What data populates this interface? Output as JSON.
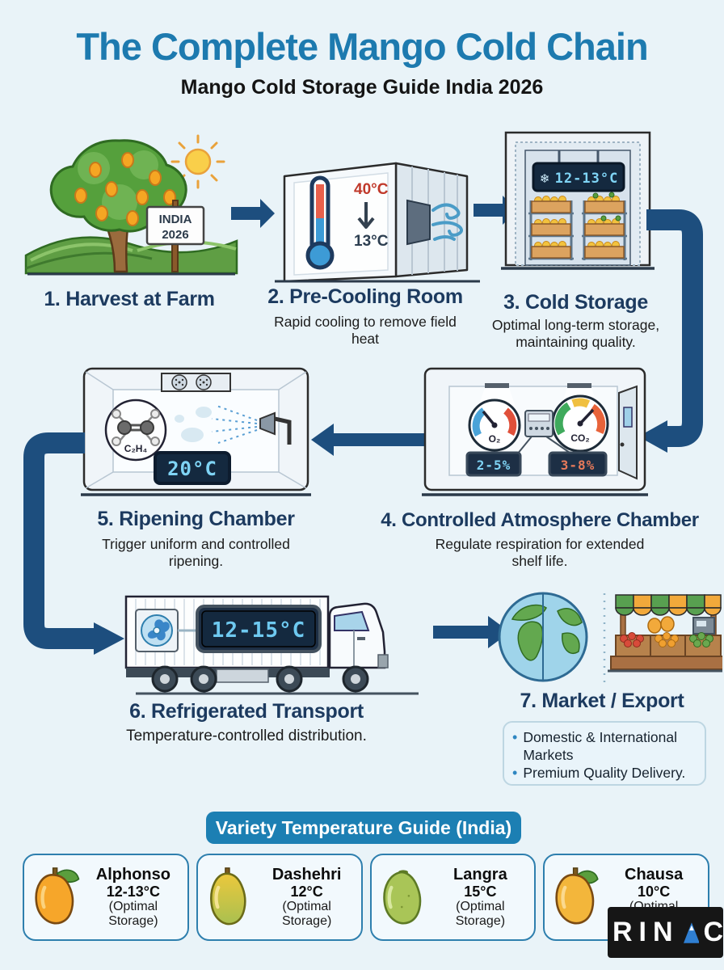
{
  "page": {
    "title": "The Complete Mango Cold Chain",
    "subtitle": "Mango Cold Storage Guide India 2026"
  },
  "steps": {
    "harvest": {
      "label": "1. Harvest at Farm",
      "sign_line1": "INDIA",
      "sign_line2": "2026"
    },
    "precooling": {
      "label": "2. Pre-Cooling Room",
      "description": "Rapid cooling to remove field heat",
      "temp_start": "40°C",
      "temp_end": "13°C"
    },
    "cold_storage": {
      "label": "3. Cold Storage",
      "description": "Optimal long-term storage, maintaining quality.",
      "snowflake_icon": "❄",
      "display_temp": "12-13°C"
    },
    "ca_chamber": {
      "label": "4. Controlled Atmosphere Chamber",
      "description": "Regulate respiration for extended shelf life.",
      "o2_label": "O₂",
      "o2_range": "2-5%",
      "co2_label": "CO₂",
      "co2_range": "3-8%"
    },
    "ripening": {
      "label": "5. Ripening Chamber",
      "description": "Trigger uniform and controlled ripening.",
      "gas_formula": "C₂H₄",
      "display_temp": "20°C"
    },
    "transport": {
      "label": "6. Refrigerated Transport",
      "description": "Temperature-controlled distribution.",
      "display_temp": "12-15°C"
    },
    "market": {
      "label": "7. Market / Export",
      "bullet1": "Domestic & International Markets",
      "bullet2": "Premium Quality Delivery."
    }
  },
  "variety_guide": {
    "title": "Variety Temperature Guide (India)",
    "items": [
      {
        "name": "Alphonso",
        "temp": "12-13°C",
        "note": "(Optimal Storage)"
      },
      {
        "name": "Dashehri",
        "temp": "12°C",
        "note": "(Optimal Storage)"
      },
      {
        "name": "Langra",
        "temp": "15°C",
        "note": "(Optimal Storage)"
      },
      {
        "name": "Chausa",
        "temp": "10°C",
        "note": "(Optimal Storage)"
      }
    ]
  },
  "brand": {
    "left": "RIN",
    "right": "C"
  },
  "colors": {
    "title_blue": "#1d7aaf",
    "heading_navy": "#1c3a5f",
    "arrow_navy": "#1d4e7e",
    "pill_blue": "#1c7fb3",
    "display_bg": "#14293f",
    "display_text": "#7fd4f5"
  }
}
